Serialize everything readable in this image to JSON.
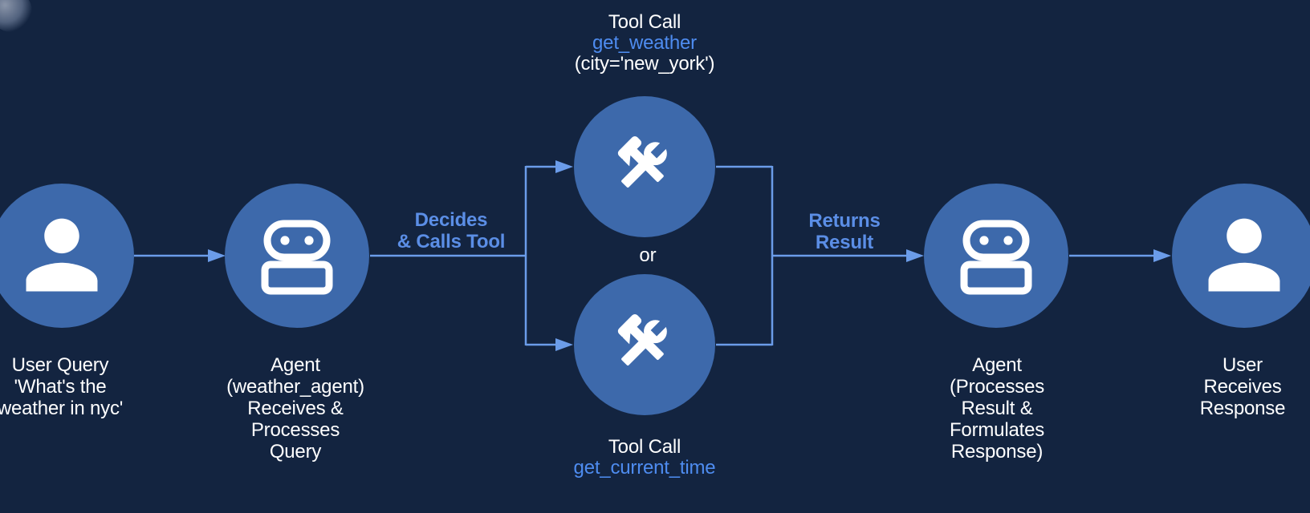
{
  "colors": {
    "background": "#132440",
    "node_fill": "#3d69ab",
    "edge": "#6b9ce9",
    "accent_bold": "#5b8ee6",
    "tool_name": "#4e8cf0",
    "text": "#ffffff"
  },
  "nodes": {
    "user_query": {
      "icon": "user-icon",
      "label_lines": [
        "User Query",
        "'What's the",
        "weather in nyc'"
      ]
    },
    "agent_in": {
      "icon": "robot-icon",
      "label_lines": [
        "Agent",
        "(weather_agent)",
        "Receives &",
        "Processes",
        "Query"
      ]
    },
    "tool_top": {
      "icon": "tools-icon",
      "title": "Tool Call",
      "name": "get_weather",
      "args": "(city='new_york')"
    },
    "tool_bottom": {
      "icon": "tools-icon",
      "title": "Tool Call",
      "name": "get_current_time"
    },
    "agent_out": {
      "icon": "robot-icon",
      "label_lines": [
        "Agent",
        "(Processes",
        "Result &",
        "Formulates",
        "Response)"
      ]
    },
    "user_response": {
      "icon": "user-icon",
      "label_lines": [
        "User Receives",
        "Response"
      ]
    }
  },
  "edge_labels": {
    "decides": [
      "Decides",
      "& Calls Tool"
    ],
    "returns": [
      "Returns",
      "Result"
    ],
    "or": "or"
  }
}
